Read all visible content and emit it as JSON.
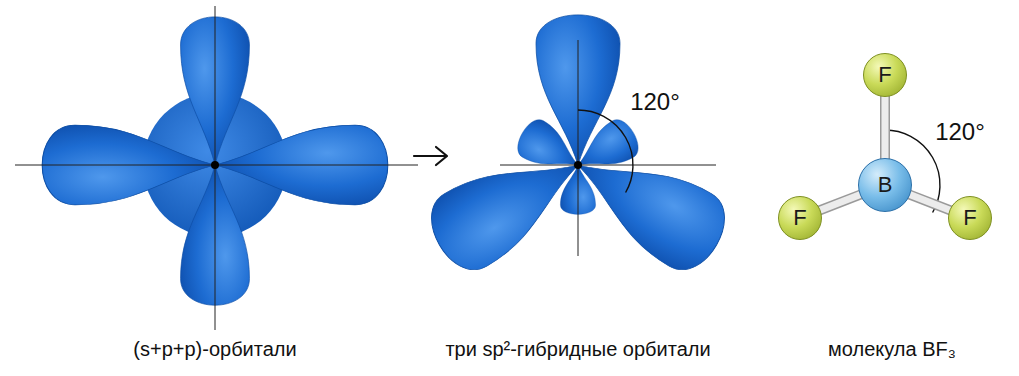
{
  "diagram": {
    "nodes": [
      {
        "text": [
          "F"
        ]
      },
      {
        "text": [
          "B"
        ]
      },
      {
        "text": [
          "F"
        ]
      },
      {
        "text": [
          "F"
        ]
      }
    ],
    "edges": [
      {
        "from": 1,
        "to": 0,
        "arrow": "none"
      },
      {
        "from": 1,
        "to": 2,
        "arrow": "none"
      },
      {
        "from": 1,
        "to": 3,
        "arrow": "none"
      }
    ],
    "labels": [
      "120°",
      "120°",
      "(s+p+p)-орбитали",
      "три sp²-гибридные орбитали",
      "молекула BF₃"
    ]
  }
}
